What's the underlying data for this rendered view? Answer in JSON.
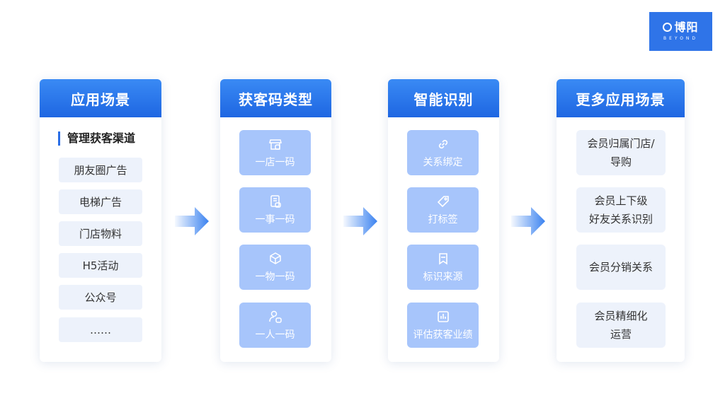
{
  "logo": {
    "brand": "博阳",
    "sub": "BEYOND"
  },
  "columns": [
    {
      "title": "应用场景",
      "subheading": "管理获客渠道",
      "items": [
        "朋友圈广告",
        "电梯广告",
        "门店物料",
        "H5活动",
        "公众号",
        "……"
      ]
    },
    {
      "title": "获客码类型",
      "tiles": [
        {
          "label": "一店一码",
          "icon": "store-icon"
        },
        {
          "label": "一事一码",
          "icon": "document-icon"
        },
        {
          "label": "一物一码",
          "icon": "box-icon"
        },
        {
          "label": "一人一码",
          "icon": "person-icon"
        }
      ]
    },
    {
      "title": "智能识别",
      "tiles": [
        {
          "label": "关系绑定",
          "icon": "link-icon"
        },
        {
          "label": "打标签",
          "icon": "tag-icon"
        },
        {
          "label": "标识来源",
          "icon": "bookmark-icon"
        },
        {
          "label": "评估获客业绩",
          "icon": "bar-chart-icon"
        }
      ]
    },
    {
      "title": "更多应用场景",
      "items": [
        {
          "line1": "会员归属门店/",
          "line2": "导购"
        },
        {
          "line1": "会员上下级",
          "line2": "好友关系识别"
        },
        {
          "line1": "会员分销关系",
          "line2": ""
        },
        {
          "line1": "会员精细化",
          "line2": "运营"
        }
      ]
    }
  ],
  "colors": {
    "header": "#2a6ee6",
    "tile": "#a7c5fb",
    "pill": "#edf2fb",
    "arrow": "#3a82f0"
  }
}
